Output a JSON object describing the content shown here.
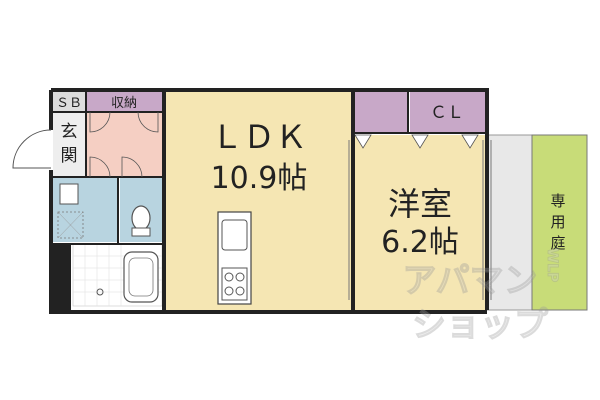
{
  "rooms": {
    "ldk": {
      "name": "ＬＤＫ",
      "size": "10.9帖"
    },
    "western": {
      "name": "洋室",
      "size": "6.2帖"
    },
    "closet": {
      "name": "ＣＬ"
    },
    "storage": {
      "name": "収納"
    },
    "shoebox": {
      "name": "ＳＢ"
    },
    "entrance": {
      "name_line1": "玄",
      "name_line2": "関"
    },
    "garden": {
      "name_line1": "専",
      "name_line2": "用",
      "name_line3": "庭"
    }
  },
  "watermark": {
    "line1": "アパマン",
    "line2": "ショップ",
    "side": "WLP"
  },
  "colors": {
    "ldk": "#f5e6b3",
    "western": "#f5e6b3",
    "closet": "#c8a8c8",
    "storage": "#c8a8c8",
    "wet_area": "#b8d4e0",
    "toilet": "#b8d4e0",
    "entrance_hall": "#f5cfc3",
    "garden": "#c8dc78",
    "balcony": "#e8e8e8",
    "wall": "#222222"
  }
}
